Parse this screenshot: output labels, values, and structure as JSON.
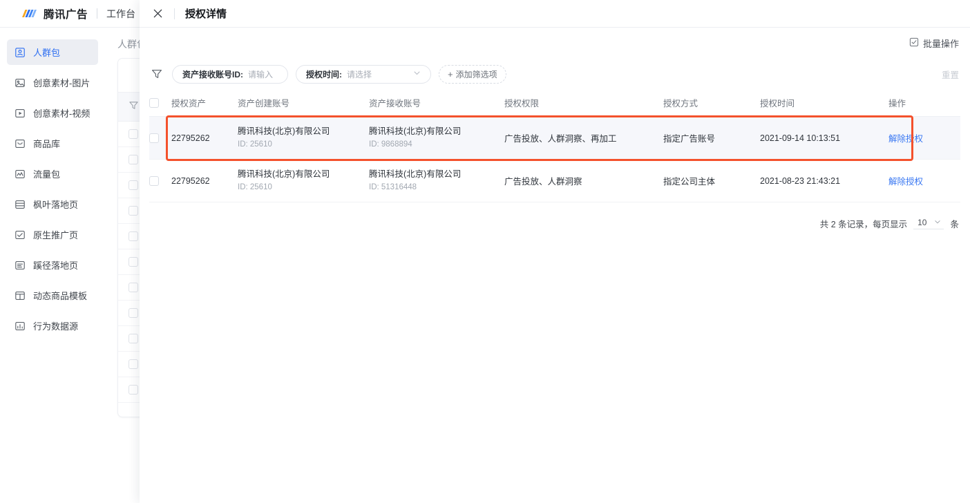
{
  "topbar": {
    "logo_icon": "tencent-ads-logo-icon",
    "brand": "腾讯广告",
    "workspace_link": "工作台"
  },
  "sidebar": {
    "items": [
      {
        "label": "人群包",
        "icon": "audience-package-icon",
        "active": true
      },
      {
        "label": "创意素材-图片",
        "icon": "image-material-icon",
        "active": false
      },
      {
        "label": "创意素材-视频",
        "icon": "video-material-icon",
        "active": false
      },
      {
        "label": "商品库",
        "icon": "product-library-icon",
        "active": false
      },
      {
        "label": "流量包",
        "icon": "traffic-package-icon",
        "active": false
      },
      {
        "label": "枫叶落地页",
        "icon": "maple-landing-page-icon",
        "active": false
      },
      {
        "label": "原生推广页",
        "icon": "native-promo-page-icon",
        "active": false
      },
      {
        "label": "蹊径落地页",
        "icon": "qijing-landing-page-icon",
        "active": false
      },
      {
        "label": "动态商品模板",
        "icon": "dynamic-product-template-icon",
        "active": false
      },
      {
        "label": "行为数据源",
        "icon": "behavior-data-source-icon",
        "active": false
      }
    ]
  },
  "base_page": {
    "title": "人群包",
    "filter_icon": "funnel-icon",
    "row_count": 11
  },
  "modal": {
    "close_icon": "close-icon",
    "title": "授权详情",
    "batch": {
      "icon": "batch-check-icon",
      "label": "批量操作"
    },
    "filters": {
      "funnel_icon": "funnel-icon",
      "account_id": {
        "label": "资产接收账号ID:",
        "placeholder": "请输入",
        "value": ""
      },
      "auth_time": {
        "label": "授权时间:",
        "placeholder": "请选择",
        "value": "",
        "caret_icon": "chevron-down-icon"
      },
      "add_filter": {
        "icon": "plus-icon",
        "label": "添加筛选项"
      },
      "reset_label": "重置"
    },
    "table": {
      "columns": [
        "授权资产",
        "资产创建账号",
        "资产接收账号",
        "授权权限",
        "授权方式",
        "授权时间",
        "操作"
      ],
      "rows": [
        {
          "asset": "22795262",
          "creator_name": "腾讯科技(北京)有限公司",
          "creator_id": "ID: 25610",
          "receiver_name": "腾讯科技(北京)有限公司",
          "receiver_id": "ID: 9868894",
          "permission": "广告投放、人群洞察、再加工",
          "way": "指定广告账号",
          "time": "2021-09-14 10:13:51",
          "action": "解除授权",
          "highlighted": true
        },
        {
          "asset": "22795262",
          "creator_name": "腾讯科技(北京)有限公司",
          "creator_id": "ID: 25610",
          "receiver_name": "腾讯科技(北京)有限公司",
          "receiver_id": "ID: 51316448",
          "permission": "广告投放、人群洞察",
          "way": "指定公司主体",
          "time": "2021-08-23 21:43:21",
          "action": "解除授权",
          "highlighted": false
        }
      ]
    },
    "pagination": {
      "prefix": "共 2 条记录，每页显示",
      "page_size": "10",
      "caret_icon": "chevron-down-icon",
      "suffix": "条"
    }
  },
  "colors": {
    "accent_blue": "#3a78f2",
    "highlight_red": "#f4512c",
    "nav_active_bg": "#eceef3",
    "row_highlight_bg": "#f6f7fb"
  }
}
